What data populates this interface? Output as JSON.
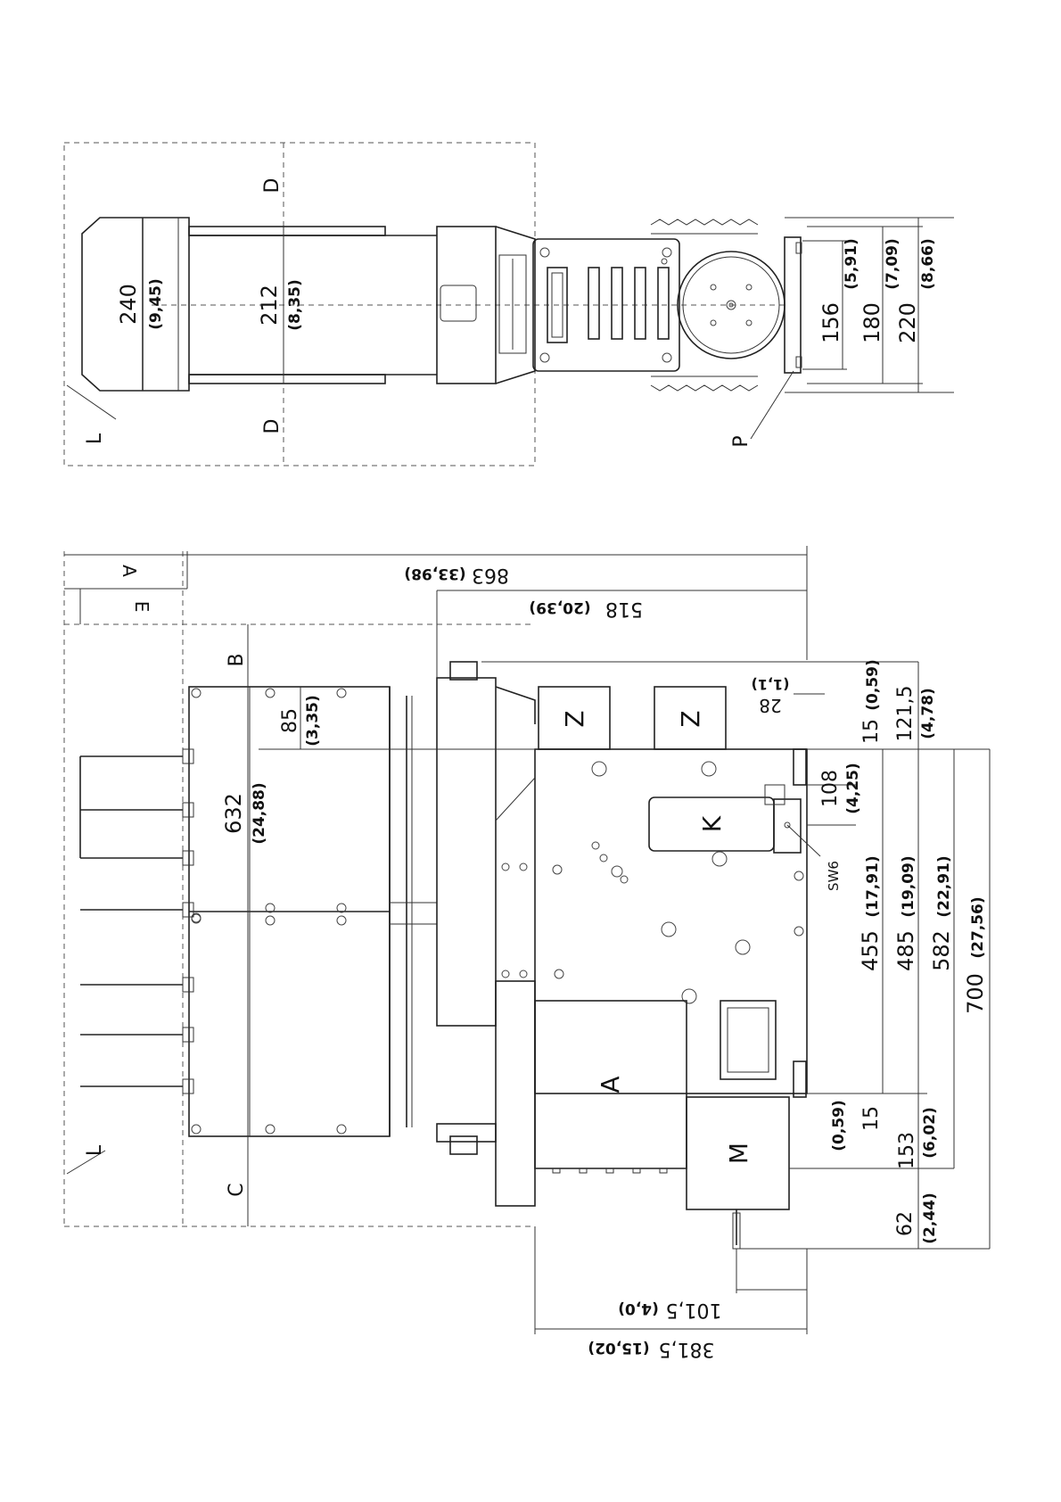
{
  "colors": {
    "ink": "#222222",
    "paper": "#ffffff"
  },
  "top_view": {
    "letters": {
      "d1": "D",
      "d2": "D",
      "l": "L",
      "p": "P"
    },
    "dims": {
      "w240": "240",
      "w240_in": "(9,45)",
      "w212": "212",
      "w212_in": "(8,35)",
      "d156": "156",
      "d156_in": "(5,91)",
      "d180": "180",
      "d180_in": "(7,09)",
      "d220": "220",
      "d220_in": "(8,66)"
    }
  },
  "side_view": {
    "letters": {
      "a_top": "A",
      "e": "E",
      "b": "B",
      "c": "C",
      "l": "L"
    },
    "components": {
      "z1": "Z",
      "z2": "Z",
      "k": "K",
      "a": "A",
      "m": "M",
      "sw6": "SW6"
    },
    "dims": {
      "d863": "863",
      "d863_in": "(33,98)",
      "d518": "518",
      "d518_in": "(20,39)",
      "d632": "632",
      "d632_in": "(24,88)",
      "d85": "85",
      "d85_in": "(3,35)",
      "d28": "28",
      "d28_in": "(1,1)",
      "d15a": "15",
      "d15a_in": "(0,59)",
      "d121": "121,5",
      "d121_in": "(4,78)",
      "d108": "108",
      "d108_in": "(4,25)",
      "d455": "455",
      "d455_in": "(17,91)",
      "d485": "485",
      "d485_in": "(19,09)",
      "d582": "582",
      "d582_in": "(22,91)",
      "d700": "700",
      "d700_in": "(27,56)",
      "d15b": "15",
      "d15b_in": "(0,59)",
      "d153": "153",
      "d153_in": "(6,02)",
      "d62": "62",
      "d62_in": "(2,44)",
      "d101": "101,5",
      "d101_in": "(4,0)",
      "d381": "381,5",
      "d381_in": "(15,02)"
    }
  }
}
